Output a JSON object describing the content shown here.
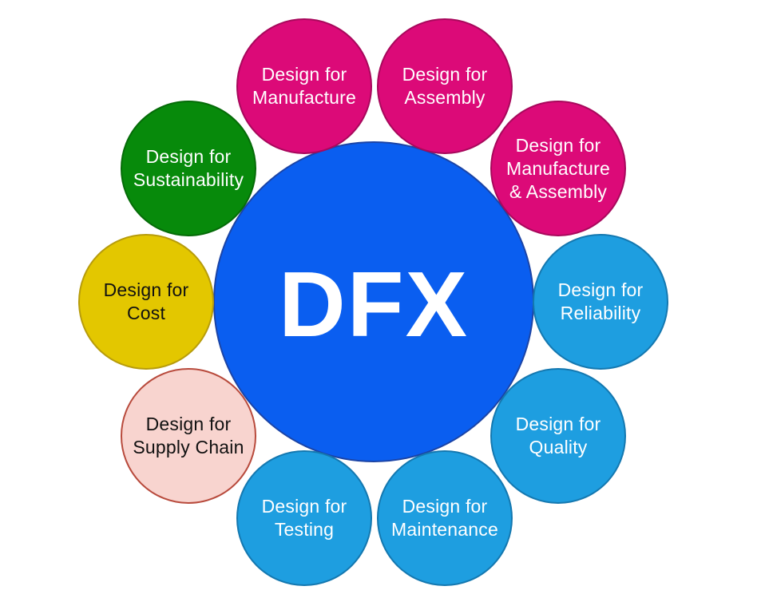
{
  "center": {
    "label": "DFX",
    "fill": "#0a5ef0",
    "stroke": "#1b44a6"
  },
  "satellites": [
    {
      "lines": [
        "Design for",
        "Manufacture"
      ],
      "fill": "#dc0a78",
      "stroke": "#a8085c",
      "text_color": "#ffffff"
    },
    {
      "lines": [
        "Design for",
        "Assembly"
      ],
      "fill": "#dc0a78",
      "stroke": "#a8085c",
      "text_color": "#ffffff"
    },
    {
      "lines": [
        "Design for",
        "Manufacture",
        "& Assembly"
      ],
      "fill": "#dc0a78",
      "stroke": "#a8085c",
      "text_color": "#ffffff"
    },
    {
      "lines": [
        "Design for",
        "Reliability"
      ],
      "fill": "#1e9ee0",
      "stroke": "#1478b0",
      "text_color": "#ffffff"
    },
    {
      "lines": [
        "Design for",
        "Quality"
      ],
      "fill": "#1e9ee0",
      "stroke": "#1478b0",
      "text_color": "#ffffff"
    },
    {
      "lines": [
        "Design for",
        "Maintenance"
      ],
      "fill": "#1e9ee0",
      "stroke": "#1478b0",
      "text_color": "#ffffff"
    },
    {
      "lines": [
        "Design for",
        "Testing"
      ],
      "fill": "#1e9ee0",
      "stroke": "#1478b0",
      "text_color": "#ffffff"
    },
    {
      "lines": [
        "Design for",
        "Supply Chain"
      ],
      "fill": "#f8d4cf",
      "stroke": "#b84a3c",
      "text_color": "#111111"
    },
    {
      "lines": [
        "Design for",
        "Cost"
      ],
      "fill": "#e3c700",
      "stroke": "#b79c0b",
      "text_color": "#111111"
    },
    {
      "lines": [
        "Design for",
        "Sustainability"
      ],
      "fill": "#078a0b",
      "stroke": "#056b08",
      "text_color": "#ffffff"
    }
  ]
}
